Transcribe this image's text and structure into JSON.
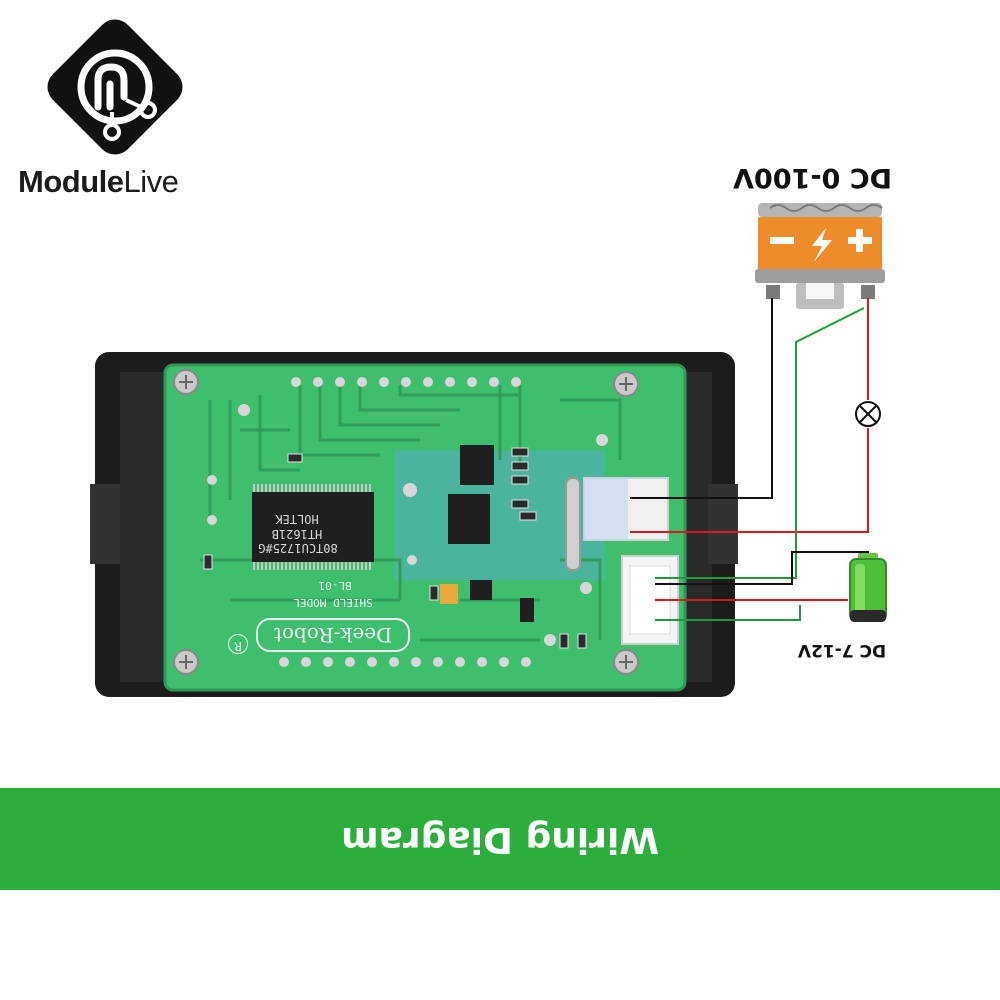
{
  "brand": {
    "name_bold": "Module",
    "name_light": "Live",
    "logo_color": "#111111"
  },
  "labels": {
    "power_input": "DC 0-100V",
    "supply_input": "DC 7-12V"
  },
  "banner": {
    "text": "Wiring Diagram",
    "color": "#2cae3c"
  },
  "pcb": {
    "brand": "Deek-Robot",
    "model_label": "SHIELD MODEL",
    "model_code": "BL-01",
    "chip_line1": "HOLTEK",
    "chip_line2": "HT1621B",
    "chip_line3": "80TCU1725#G",
    "registered_mark": "R",
    "board_color": "#3fbf6e",
    "case_color": "#1c1c1c"
  },
  "icons": {
    "battery_source": "car-battery-icon",
    "load": "lamp-icon",
    "supply": "cell-battery-icon"
  },
  "wire_colors": {
    "black": "#111111",
    "red": "#d71920",
    "green": "#1f9a3c"
  }
}
